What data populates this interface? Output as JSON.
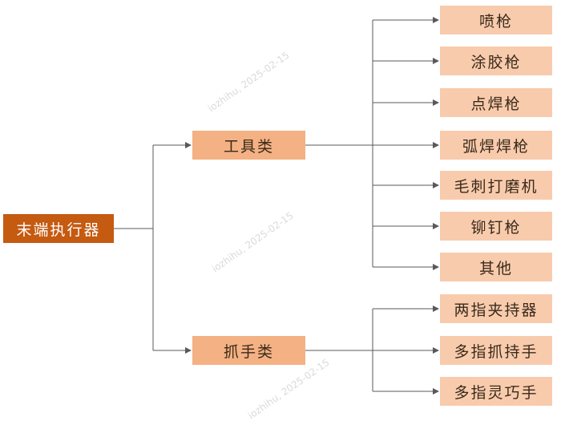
{
  "root": "末端执行器",
  "groups": [
    {
      "label": "工具类",
      "children": [
        "喷枪",
        "涂胶枪",
        "点焊枪",
        "弧焊焊枪",
        "毛刺打磨机",
        "铆钉枪",
        "其他"
      ]
    },
    {
      "label": "抓手类",
      "children": [
        "两指夹持器",
        "多指抓持手",
        "多指灵巧手"
      ]
    }
  ],
  "watermarks": [
    "iozhihu, 2025-02-15",
    "iozhihu, 2025-02-15",
    "iozhihu, 2025-02-15"
  ],
  "colors": {
    "root": "#c55a11",
    "group": "#f4b183",
    "leaf": "#f8cbad",
    "line": "#595959"
  }
}
